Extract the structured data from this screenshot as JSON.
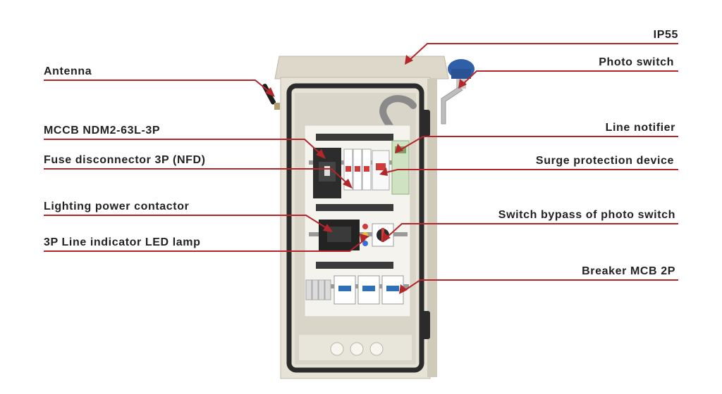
{
  "colors": {
    "leader": "#b3262a",
    "text": "#222222",
    "enclosure": "#e6e2d6",
    "enclosure_shade": "#cfcab9",
    "gasket": "#2b2b2b",
    "backplate": "#f4f3ee",
    "din_rail": "#9a9a9a",
    "mccb": "#2c2c2c",
    "breaker": "#ffffff",
    "breaker_blue": "#2f6fb5",
    "photo_switch": "#2f5fa8"
  },
  "labels": {
    "antenna": "Antenna",
    "mccb": "MCCB NDM2-63L-3P",
    "fuse": "Fuse disconnector 3P (NFD)",
    "contactor": "Lighting power contactor",
    "led": "3P Line indicator LED lamp",
    "ip55": "IP55",
    "photo_switch": "Photo switch",
    "line_notifier": "Line notifier",
    "surge": "Surge protection device",
    "bypass": "Switch bypass of photo switch",
    "breaker": "Breaker MCB 2P"
  }
}
